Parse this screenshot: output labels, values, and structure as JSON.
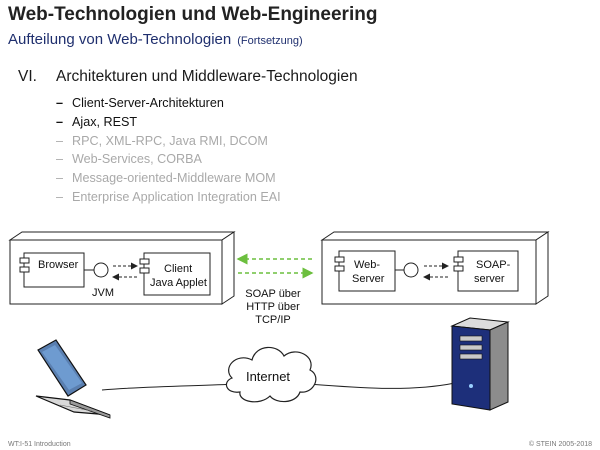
{
  "header": {
    "title": "Web-Technologien und Web-Engineering",
    "subtitle": "Aufteilung von Web-Technologien",
    "subtitle_note": "(Fortsetzung)"
  },
  "section": {
    "number": "VI.",
    "title": "Architekturen und Middleware-Technologien",
    "items": [
      {
        "label": "Client-Server-Architekturen",
        "active": true
      },
      {
        "label": "Ajax, REST",
        "active": true
      },
      {
        "label": "RPC, XML-RPC, Java RMI, DCOM",
        "active": false
      },
      {
        "label": "Web-Services, CORBA",
        "active": false
      },
      {
        "label": "Message-oriented-Middleware MOM",
        "active": false
      },
      {
        "label": "Enterprise Application Integration EAI",
        "active": false
      }
    ]
  },
  "diagram": {
    "client_node": {
      "browser": "Browser",
      "client_line1": "Client",
      "client_line2": "Java Applet",
      "jvm": "JVM"
    },
    "server_node": {
      "web_line1": "Web-",
      "web_line2": "Server",
      "soap_line1": "SOAP-",
      "soap_line2": "server"
    },
    "protocol_label": [
      "SOAP über",
      "HTTP über",
      "TCP/IP"
    ],
    "network_label": "Internet",
    "colors": {
      "protocol_arrows": "#6cbf3e",
      "lines": "#222222"
    },
    "icons": [
      "laptop-icon",
      "cloud-icon",
      "server-tower-icon"
    ]
  },
  "footer": {
    "left": "WT:I-51    Introduction",
    "right": "© STEIN 2005-2018"
  }
}
